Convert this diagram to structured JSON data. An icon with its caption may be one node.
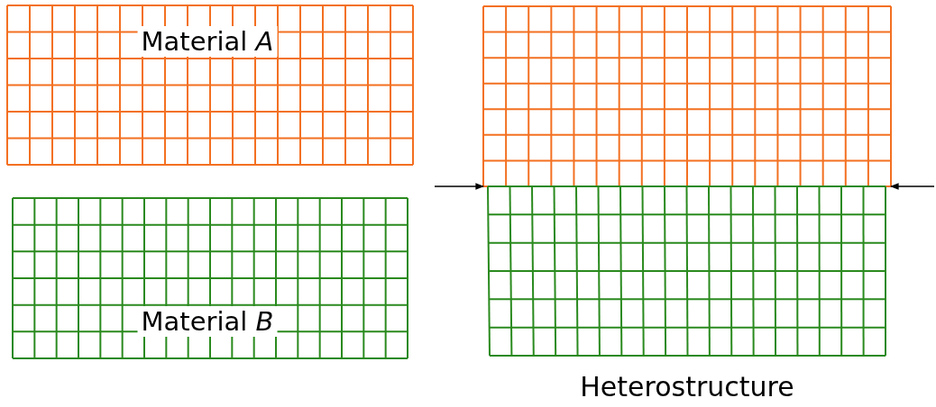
{
  "diagram": {
    "nodes": [
      {
        "text": [
          "Material *A*"
        ]
      },
      {
        "text": [
          "Material *B*"
        ]
      },
      {
        "text": [
          "Heterostructure"
        ]
      }
    ],
    "edges": [
      {
        "from": null,
        "to": 2,
        "arrow": "to"
      },
      {
        "from": null,
        "to": 2,
        "arrow": "to"
      }
    ]
  }
}
